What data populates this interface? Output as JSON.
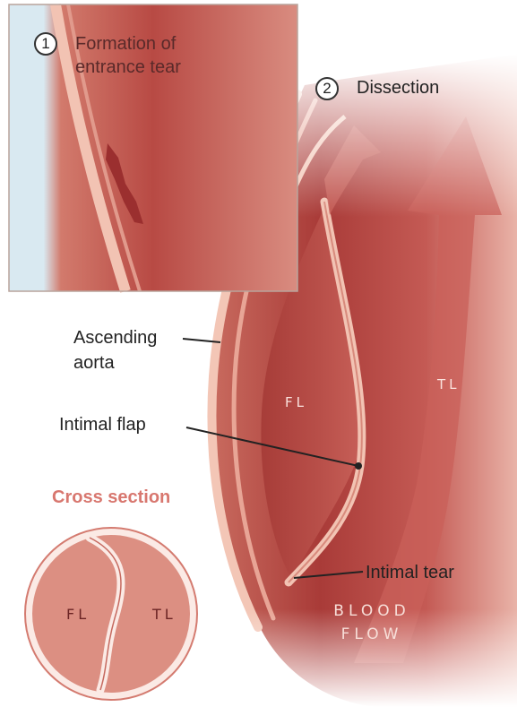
{
  "step1": {
    "number": "1",
    "title_line1": "Formation of",
    "title_line2": "entrance tear"
  },
  "step2": {
    "number": "2",
    "title": "Dissection"
  },
  "labels": {
    "ascending_line1": "Ascending",
    "ascending_line2": "aorta",
    "intimal_flap": "Intimal flap",
    "intimal_tear": "Intimal tear"
  },
  "lumens": {
    "false_lumen": "FL",
    "true_lumen": "TL"
  },
  "blood_flow": {
    "line1": "BLOOD",
    "line2": "FLOW"
  },
  "cross_section": {
    "title": "Cross section",
    "false_lumen": "FL",
    "true_lumen": "TL"
  },
  "colors": {
    "vessel_dark": "#9b3030",
    "vessel_mid": "#c25450",
    "vessel_light": "#e8a79a",
    "wall": "#f4c7b8",
    "inset_bg": "#d8e8f0",
    "cross_fill": "#dc8f82",
    "cross_title": "#d8776f"
  }
}
